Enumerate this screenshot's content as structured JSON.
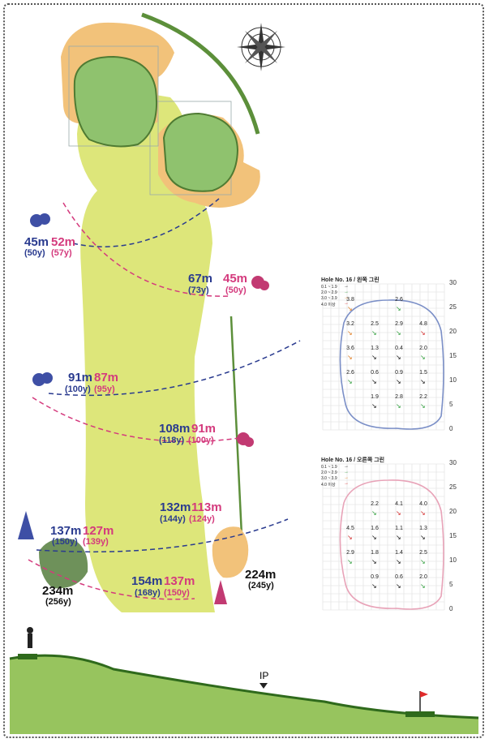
{
  "distances": {
    "d1": {
      "blue_m": "45m",
      "pink_m": "52m",
      "blue_y": "(50y)",
      "pink_y": "(57y)"
    },
    "d2": {
      "blue_m": "67m",
      "pink_m": "45m",
      "blue_y": "(73y)",
      "pink_y": "(50y)"
    },
    "d3": {
      "blue_m": "91m",
      "pink_m": "87m",
      "blue_y": "(100y)",
      "pink_y": "(95y)"
    },
    "d4": {
      "blue_m": "108m",
      "pink_m": "91m",
      "blue_y": "(118y)",
      "pink_y": "(100y)"
    },
    "d5": {
      "blue_m": "132m",
      "pink_m": "113m",
      "blue_y": "(144y)",
      "pink_y": "(124y)"
    },
    "d6": {
      "blue_m": "137m",
      "pink_m": "127m",
      "blue_y": "(150y)",
      "pink_y": "(139y)"
    },
    "d7": {
      "blue_m": "154m",
      "pink_m": "137m",
      "blue_y": "(168y)",
      "pink_y": "(150y)"
    },
    "d8": {
      "m": "224m",
      "y": "(245y)"
    },
    "d9": {
      "m": "234m",
      "y": "(256y)"
    }
  },
  "profile": {
    "ip_label": "IP"
  },
  "greens": {
    "left": {
      "title": "Hole No. 16 / 왼쪽 그린",
      "legend": [
        "0.1 ~ 1.9",
        "2.0 ~ 2.9",
        "3.0 ~ 3.9",
        "4.0 이상"
      ],
      "values": [
        "3.8",
        "2.6",
        "3.2",
        "2.5",
        "2.9",
        "4.8",
        "3.6",
        "1.3",
        "0.4",
        "2.0",
        "2.6",
        "0.6",
        "0.9",
        "1.5",
        "1.9",
        "2.8",
        "2.2"
      ]
    },
    "right": {
      "title": "Hole No. 16 / 오른쪽 그린",
      "legend": [
        "0.1 ~ 1.9",
        "2.0 ~ 2.9",
        "3.0 ~ 3.9",
        "4.0 이상"
      ],
      "values": [
        "2.2",
        "4.1",
        "4.0",
        "4.5",
        "1.6",
        "1.1",
        "1.3",
        "2.9",
        "1.8",
        "1.4",
        "2.5",
        "0.9",
        "0.6",
        "2.0"
      ]
    },
    "axis_ticks": [
      "30",
      "25",
      "20",
      "15",
      "10",
      "5",
      "0"
    ],
    "legend_colors": [
      "#111111",
      "#2e9e3a",
      "#e07a1c",
      "#d42a2a"
    ],
    "outline_colors": {
      "left": "#7b8fc7",
      "right": "#e8a3b8"
    }
  },
  "colors": {
    "fairway": "#dde67a",
    "green": "#8fc26e",
    "bunker": "#f2c27a",
    "blue_line": "#2a3b8f",
    "pink_line": "#d43a7d"
  }
}
